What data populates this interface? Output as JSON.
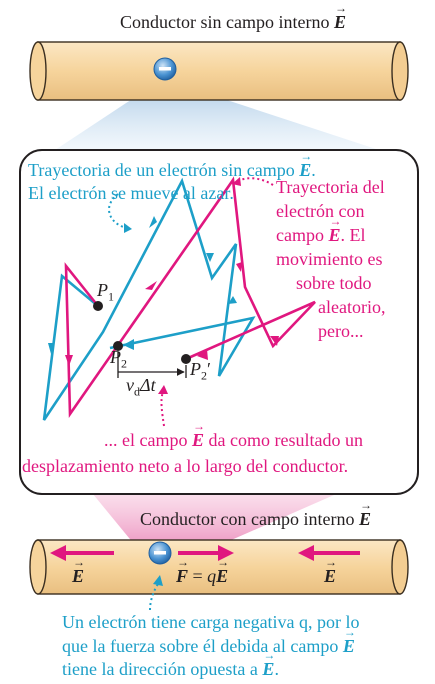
{
  "top_caption": "Conductor sin campo interno",
  "vec_E": "E",
  "box": {
    "cyan_line1": "Trayectoria de un electrón sin campo",
    "cyan_line2": "El electrón se mueve al azar.",
    "mag_right": [
      "Trayectoria del",
      "electrón con",
      "campo",
      ". El",
      "movimiento es",
      "sobre todo",
      "aleatorio,",
      "pero..."
    ],
    "mag_bottom1_a": "... el campo",
    "mag_bottom1_b": "da como resultado un",
    "mag_bottom2": "desplazamiento neto a lo largo del conductor.",
    "p1": "P",
    "p1_sub": "1",
    "p2": "P",
    "p2_sub": "2",
    "p2p_sub": "2",
    "p2p_prime": "′",
    "vd": "v",
    "vd_sub": "d",
    "vd_rest": "Δt"
  },
  "bottom_caption": "Conductor con campo interno",
  "force_eq": {
    "F": "F",
    "eq": "=",
    "q": "q",
    "E": "E"
  },
  "bottom_note": [
    "Un electrón tiene carga negativa q, por lo",
    "que la fuerza sobre él debida al campo",
    "tiene la dirección opuesta a"
  ],
  "electron_symbol": "–",
  "colors": {
    "cyan": "#1d9fc8",
    "magenta": "#e0177f",
    "rod": "#f7d9a8",
    "rod_edge": "#3a2e20",
    "electron": "#3b86c8"
  }
}
